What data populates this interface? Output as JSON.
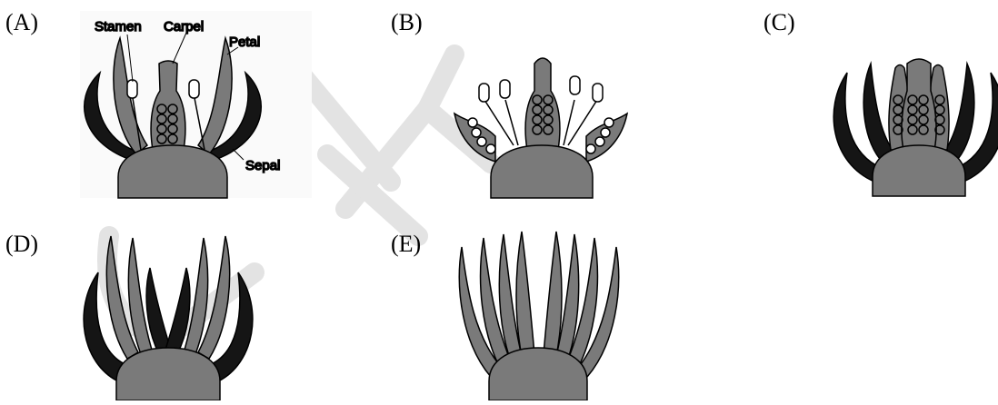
{
  "panels": [
    {
      "id": "A",
      "label": "(A)"
    },
    {
      "id": "B",
      "label": "(B)"
    },
    {
      "id": "C",
      "label": "(C)"
    },
    {
      "id": "D",
      "label": "(D)"
    },
    {
      "id": "E",
      "label": "(E)"
    }
  ],
  "annotations": {
    "stamen": "Stamen",
    "carpel": "Carpel",
    "petal": "Petal",
    "sepal": "Sepal"
  },
  "colors": {
    "sepal": "#151515",
    "petal": "#7a7a7a",
    "receptacle": "#7a7a7a",
    "stamen_fill": "#ffffff",
    "outline": "#000000",
    "watermark": "#dcdcdc"
  }
}
